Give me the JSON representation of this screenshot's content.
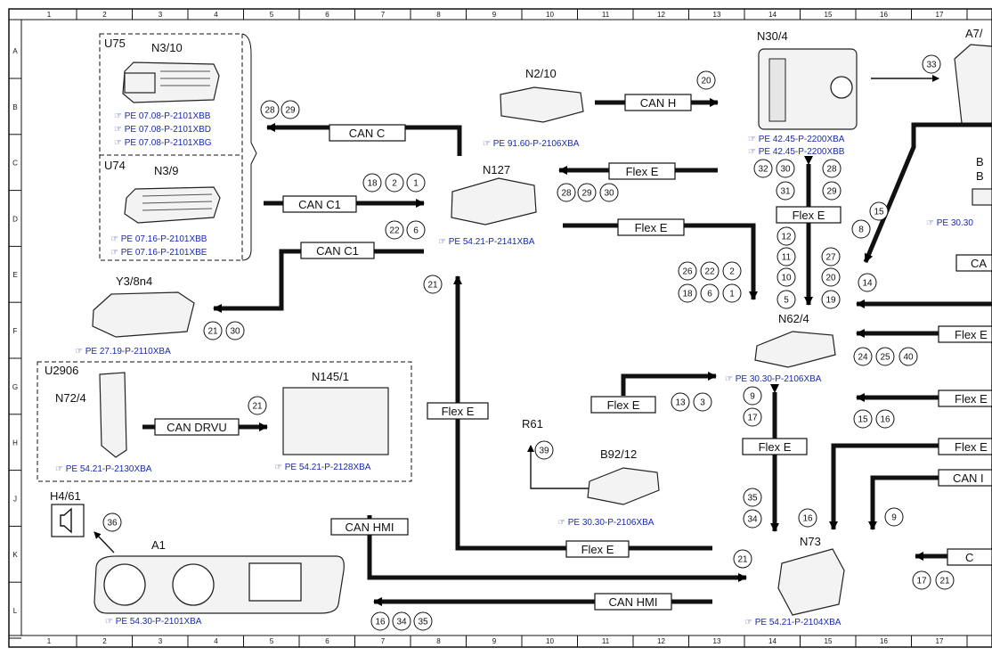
{
  "grid": {
    "columns": [
      "1",
      "2",
      "3",
      "4",
      "5",
      "6",
      "7",
      "8",
      "9",
      "10",
      "11",
      "12",
      "13",
      "14",
      "15",
      "16",
      "17"
    ],
    "rows": [
      "A",
      "B",
      "C",
      "D",
      "E",
      "F",
      "G",
      "H",
      "J",
      "K",
      "L"
    ]
  },
  "components": {
    "u75": "U75",
    "n3_10": "N3/10",
    "u74": "U74",
    "n3_9": "N3/9",
    "y3_8n4": "Y3/8n4",
    "u2906": "U2906",
    "n72_4": "N72/4",
    "n145_1": "N145/1",
    "h4_61": "H4/61",
    "a1": "A1",
    "n2_10": "N2/10",
    "n127": "N127",
    "r61": "R61",
    "b92_12": "B92/12",
    "n30_4": "N30/4",
    "a7": "A7/",
    "n62_4": "N62/4",
    "n73": "N73",
    "b_partial": "B",
    "b_partial2": "B"
  },
  "refs": {
    "u75_1": "PE 07.08-P-2101XBB",
    "u75_2": "PE 07.08-P-2101XBD",
    "u75_3": "PE 07.08-P-2101XBG",
    "u74_1": "PE 07.16-P-2101XBB",
    "u74_2": "PE 07.16-P-2101XBE",
    "y3": "PE 27.19-P-2110XBA",
    "n72": "PE 54.21-P-2130XBA",
    "n145": "PE 54.21-P-2128XBA",
    "a1": "PE 54.30-P-2101XBA",
    "n2_10": "PE 91.60-P-2106XBA",
    "n127": "PE 54.21-P-2141XBA",
    "b92": "PE 30.30-P-2106XBA",
    "n30_1": "PE 42.45-P-2200XBA",
    "n30_2": "PE 42.45-P-2200XBB",
    "n62": "PE 30.30-P-2106XBA",
    "n73": "PE 54.21-P-2104XBA",
    "right_partial": "PE 30.30"
  },
  "buses": {
    "can_c_top": "CAN C",
    "can_c1_a": "CAN C1",
    "can_c1_b": "CAN C1",
    "can_h": "CAN H",
    "flex_e_1": "Flex E",
    "flex_e_2": "Flex E",
    "flex_e_3": "Flex E",
    "flex_e_4": "Flex E",
    "flex_e_5": "Flex E",
    "flex_e_6": "Flex E",
    "flex_e_7": "Flex E",
    "can_drvu": "CAN DRVU",
    "can_hmi_1": "CAN HMI",
    "can_hmi_2": "CAN HMI",
    "right_flex_1": "Flex E",
    "right_flex_2": "Flex E",
    "right_flex_3": "Flex E",
    "right_can_1": "CAN I",
    "right_ca": "CA",
    "right_c": "C"
  },
  "numbers": {
    "n28a": "28",
    "n29a": "29",
    "n18a": "18",
    "n2a": "2",
    "n1a": "1",
    "n22a": "22",
    "n6a": "6",
    "n21y": "21",
    "n30y": "30",
    "n21n145": "21",
    "n36": "36",
    "n21col": "21",
    "n39": "39",
    "n20": "20",
    "n28b": "28",
    "n29b": "29",
    "n30b": "30",
    "n26": "26",
    "n22b": "22",
    "n2b": "2",
    "n18b": "18",
    "n6b": "6",
    "n1b": "1",
    "n32": "32",
    "n30c": "30",
    "n28c": "28",
    "n31": "31",
    "n29c": "29",
    "n12": "12",
    "n11": "11",
    "n10": "10",
    "n5": "5",
    "n27": "27",
    "n20b": "20",
    "n19": "19",
    "n13": "13",
    "n3": "3",
    "n9a": "9",
    "n17a": "17",
    "n35a": "35",
    "n34a": "34",
    "n16a": "16",
    "n9b": "9",
    "n21n73": "21",
    "n16b": "16",
    "n34b": "34",
    "n35b": "35",
    "n15a": "15",
    "n8": "8",
    "n14": "14",
    "n24": "24",
    "n25": "25",
    "n40": "40",
    "n15b": "15",
    "n16c": "16",
    "n17b": "17",
    "n21r": "21",
    "n33": "33"
  }
}
